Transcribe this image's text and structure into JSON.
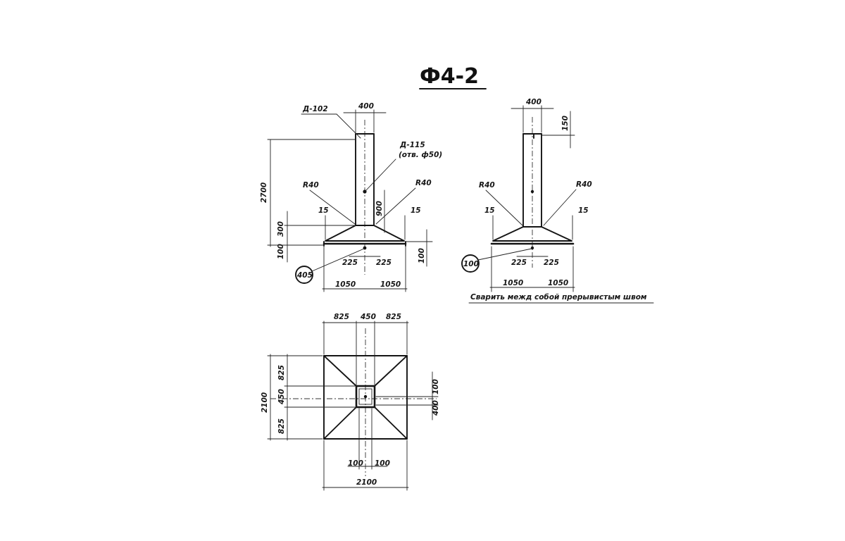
{
  "drawing": {
    "title": "Ф4-2"
  },
  "elevation_left": {
    "leader_d102": "Д-102",
    "leader_d115": "Д-115",
    "leader_hole": "(отв. ф50)",
    "dim_column_width": "400",
    "dim_total_height": "2700",
    "dim_radius_left": "R40",
    "dim_radius_right": "R40",
    "dim_fillet_left": "15",
    "dim_fillet_right": "15",
    "dim_height_300": "300",
    "dim_height_100": "100",
    "dim_height_900": "900",
    "dim_right_100": "100",
    "dim_225_left": "225",
    "dim_225_right": "225",
    "dim_1050_left": "1050",
    "dim_1050_right": "1050",
    "callout": "405"
  },
  "elevation_right": {
    "dim_column_width": "400",
    "dim_top_150": "150",
    "dim_radius_left": "R40",
    "dim_radius_right": "R40",
    "dim_fillet_left": "15",
    "dim_fillet_right": "15",
    "dim_225_left": "225",
    "dim_225_right": "225",
    "dim_1050_left": "1050",
    "dim_1050_right": "1050",
    "callout": "100",
    "note": "Сварить межд собой прерывистым швом"
  },
  "plan": {
    "dim_top_825_left": "825",
    "dim_top_450": "450",
    "dim_top_825_right": "825",
    "dim_left_total": "2100",
    "dim_left_825_top": "825",
    "dim_left_450": "450",
    "dim_left_825_bottom": "825",
    "dim_right_100": "100",
    "dim_right_400": "400",
    "dim_bottom_100_left": "100",
    "dim_bottom_100_right": "100",
    "dim_bottom_total": "2100"
  }
}
